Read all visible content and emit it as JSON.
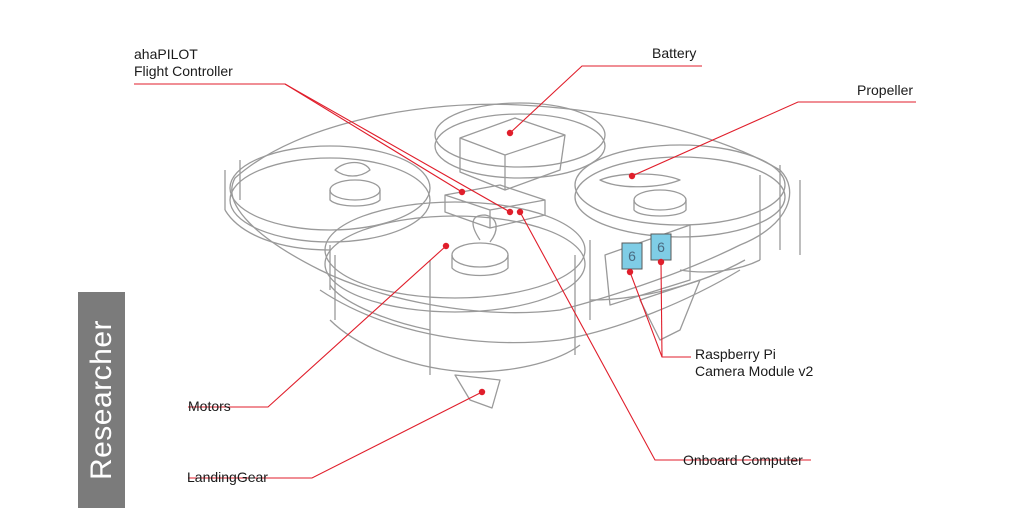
{
  "side_tab": {
    "text": "Researcher",
    "background": "#7b7b7b",
    "text_color": "#ffffff"
  },
  "callout_color": "#e01e2b",
  "drawing_color": "#9a9a9a",
  "labels": {
    "flight_controller": [
      "ahaPILOT",
      "Flight Controller"
    ],
    "battery": "Battery",
    "propeller": "Propeller",
    "camera": [
      "Raspberry Pi",
      "Camera Module v2"
    ],
    "motors": "Motors",
    "onboard_computer": "Onboard Computer",
    "landing_gear": "LandingGear"
  },
  "camera_badge_text": "6"
}
